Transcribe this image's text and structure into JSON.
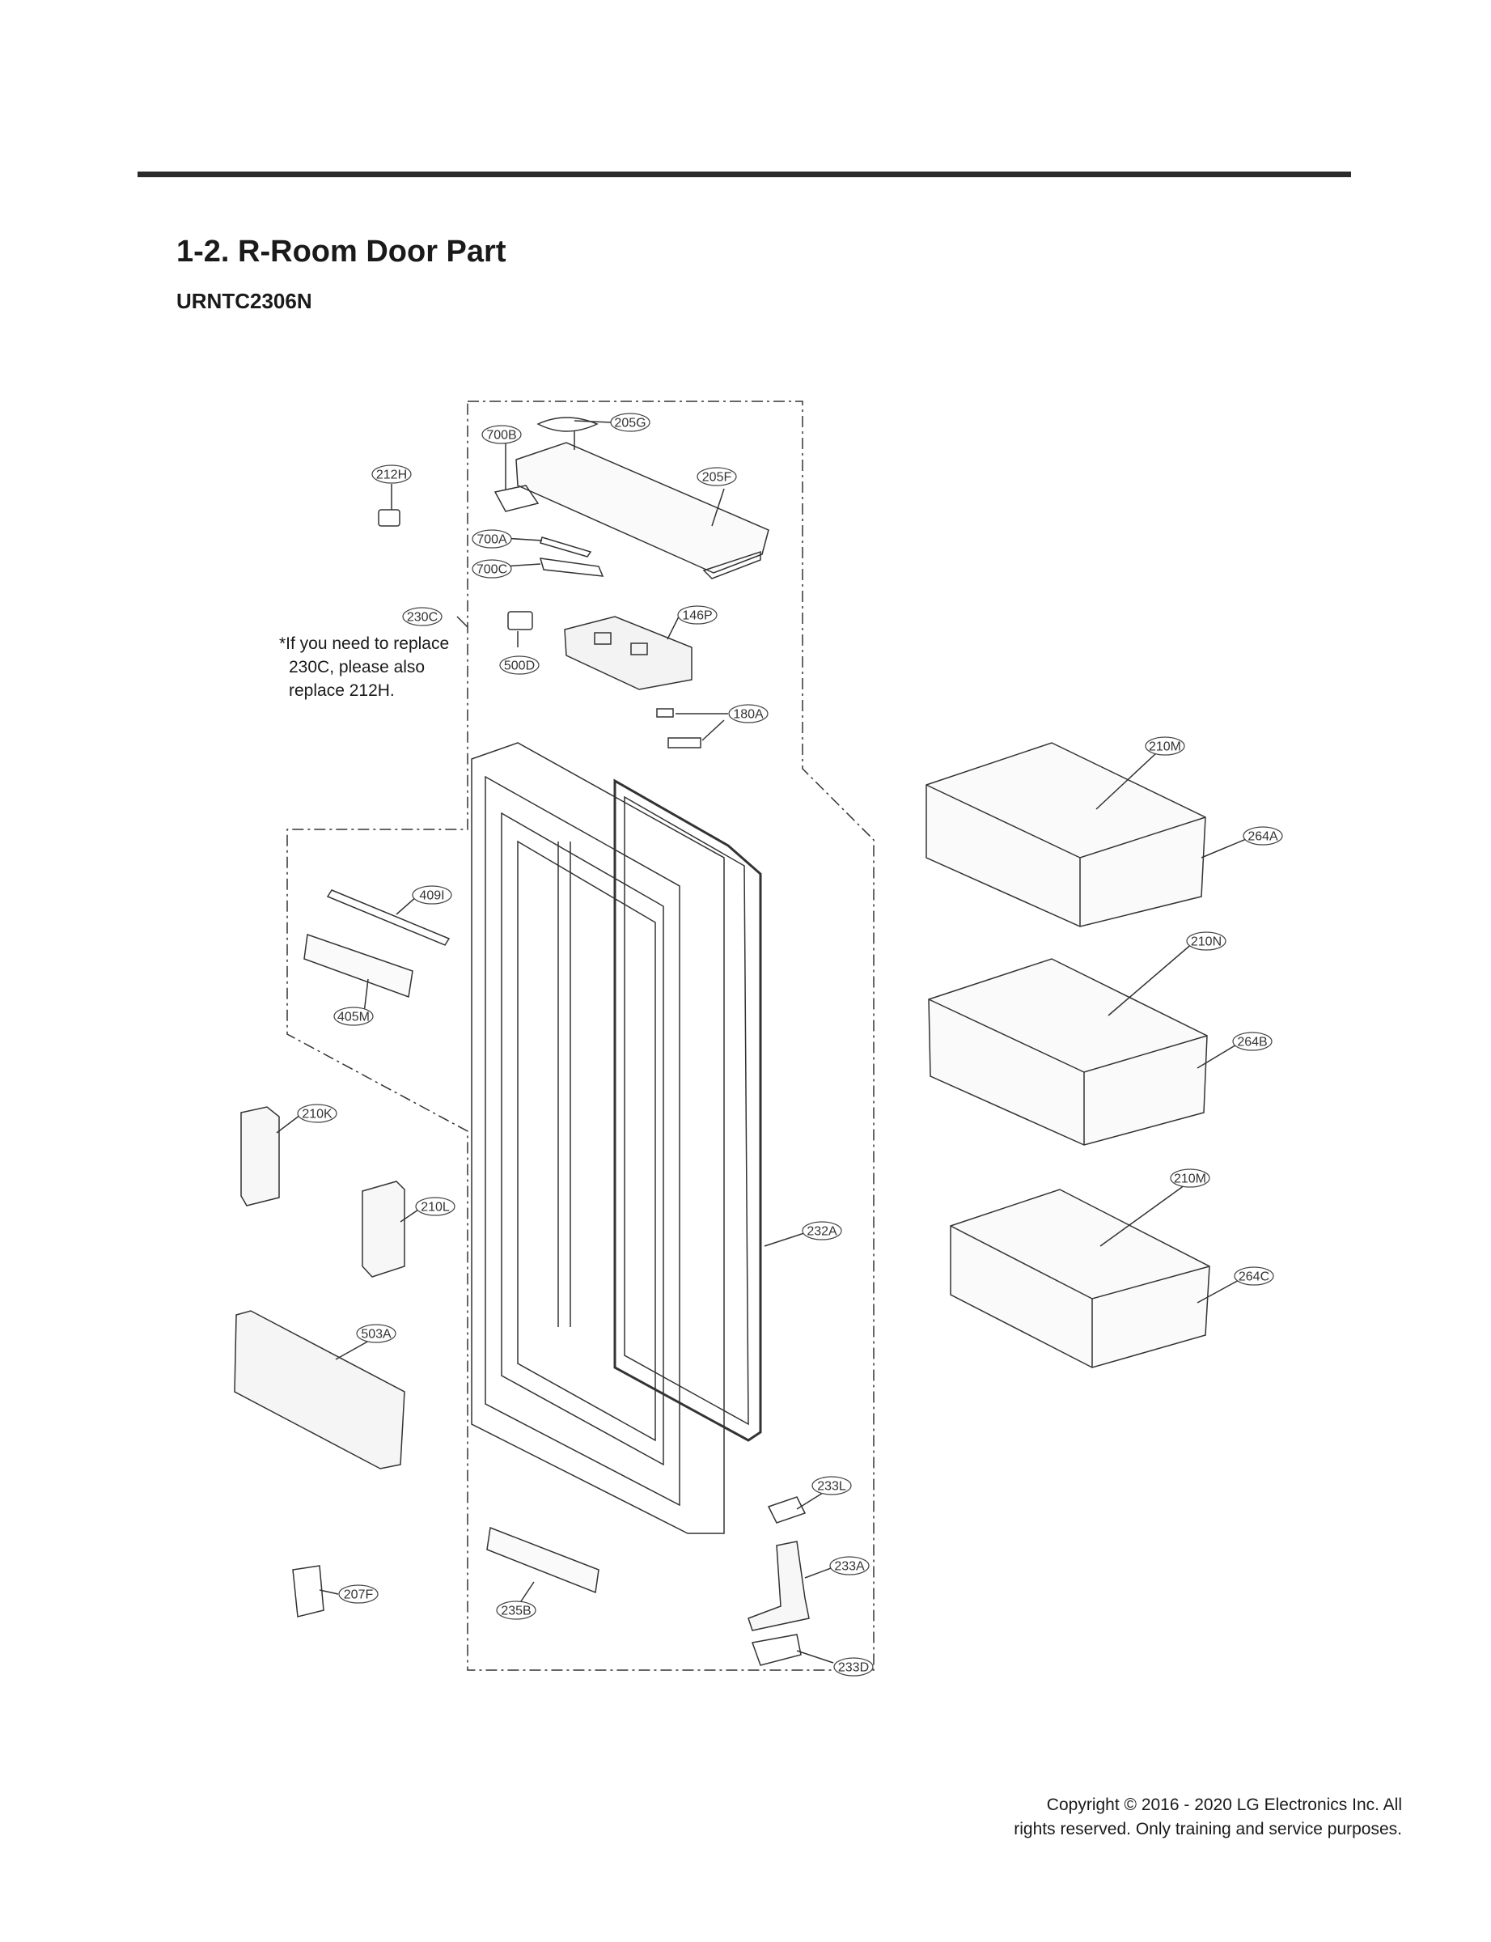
{
  "header": {
    "title": "1-2. R-Room Door Part",
    "model": "URNTC2306N"
  },
  "note": {
    "lines": [
      "*If you need to replace",
      "230C, please also",
      "replace 212H."
    ]
  },
  "callouts": [
    {
      "id": "c205G",
      "label": "205G"
    },
    {
      "id": "c700B",
      "label": "700B"
    },
    {
      "id": "c212H",
      "label": "212H"
    },
    {
      "id": "c205F",
      "label": "205F"
    },
    {
      "id": "c700A",
      "label": "700A"
    },
    {
      "id": "c700C",
      "label": "700C"
    },
    {
      "id": "c230C",
      "label": "230C"
    },
    {
      "id": "c146P",
      "label": "146P"
    },
    {
      "id": "c500D",
      "label": "500D"
    },
    {
      "id": "c180A",
      "label": "180A"
    },
    {
      "id": "c210M1",
      "label": "210M"
    },
    {
      "id": "c264A",
      "label": "264A"
    },
    {
      "id": "c409I",
      "label": "409I"
    },
    {
      "id": "c405M",
      "label": "405M"
    },
    {
      "id": "c210N",
      "label": "210N"
    },
    {
      "id": "c264B",
      "label": "264B"
    },
    {
      "id": "c210K",
      "label": "210K"
    },
    {
      "id": "c210M2",
      "label": "210M"
    },
    {
      "id": "c210L",
      "label": "210L"
    },
    {
      "id": "c232A",
      "label": "232A"
    },
    {
      "id": "c264C",
      "label": "264C"
    },
    {
      "id": "c503A",
      "label": "503A"
    },
    {
      "id": "c233L",
      "label": "233L"
    },
    {
      "id": "c233A",
      "label": "233A"
    },
    {
      "id": "c207F",
      "label": "207F"
    },
    {
      "id": "c235B",
      "label": "235B"
    },
    {
      "id": "c233D",
      "label": "233D"
    }
  ],
  "footer": {
    "copyright_line1": "Copyright © 2016 - 2020 LG Electronics Inc. All",
    "copyright_line2": "rights reserved. Only training and service purposes."
  }
}
